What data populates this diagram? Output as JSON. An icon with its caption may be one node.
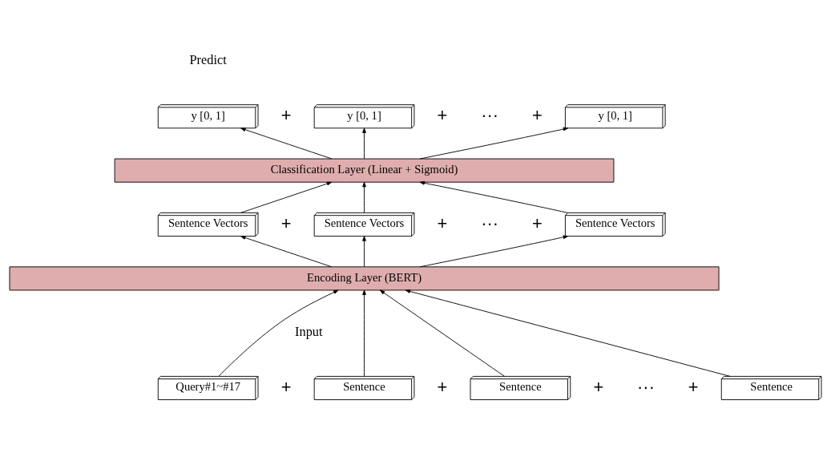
{
  "diagram": {
    "nodes": [
      {
        "text": [
          "y [0, 1]"
        ]
      },
      {
        "text": [
          "y [0, 1]"
        ]
      },
      {
        "text": [
          "y [0, 1]"
        ]
      },
      {
        "text": [
          "Classification Layer (Linear + Sigmoid)"
        ]
      },
      {
        "text": [
          "Sentence Vectors"
        ]
      },
      {
        "text": [
          "Sentence Vectors"
        ]
      },
      {
        "text": [
          "Sentence Vectors"
        ]
      },
      {
        "text": [
          "Encoding Layer (BERT)"
        ]
      },
      {
        "text": [
          "Query#1~#17"
        ]
      },
      {
        "text": [
          "Sentence"
        ]
      },
      {
        "text": [
          "Sentence"
        ]
      },
      {
        "text": [
          "Sentence"
        ]
      }
    ],
    "edges": [
      {
        "from": 8,
        "to": 7,
        "arrow": "to"
      },
      {
        "from": 9,
        "to": 7,
        "arrow": "to"
      },
      {
        "from": 10,
        "to": 7,
        "arrow": "to"
      },
      {
        "from": 11,
        "to": 7,
        "arrow": "to"
      },
      {
        "from": 7,
        "to": 4,
        "arrow": "to"
      },
      {
        "from": 7,
        "to": 5,
        "arrow": "to"
      },
      {
        "from": 7,
        "to": 6,
        "arrow": "to"
      },
      {
        "from": 4,
        "to": 3,
        "arrow": "to"
      },
      {
        "from": 5,
        "to": 3,
        "arrow": "to"
      },
      {
        "from": 6,
        "to": 3,
        "arrow": "to"
      },
      {
        "from": 3,
        "to": 0,
        "arrow": "to"
      },
      {
        "from": 3,
        "to": 1,
        "arrow": "to"
      },
      {
        "from": 3,
        "to": 2,
        "arrow": "to"
      }
    ],
    "labels": [
      "Predict",
      "+",
      "+",
      "···",
      "+",
      "+",
      "+",
      "···",
      "+",
      "Input",
      "+",
      "+",
      "+",
      "···",
      "+"
    ]
  }
}
